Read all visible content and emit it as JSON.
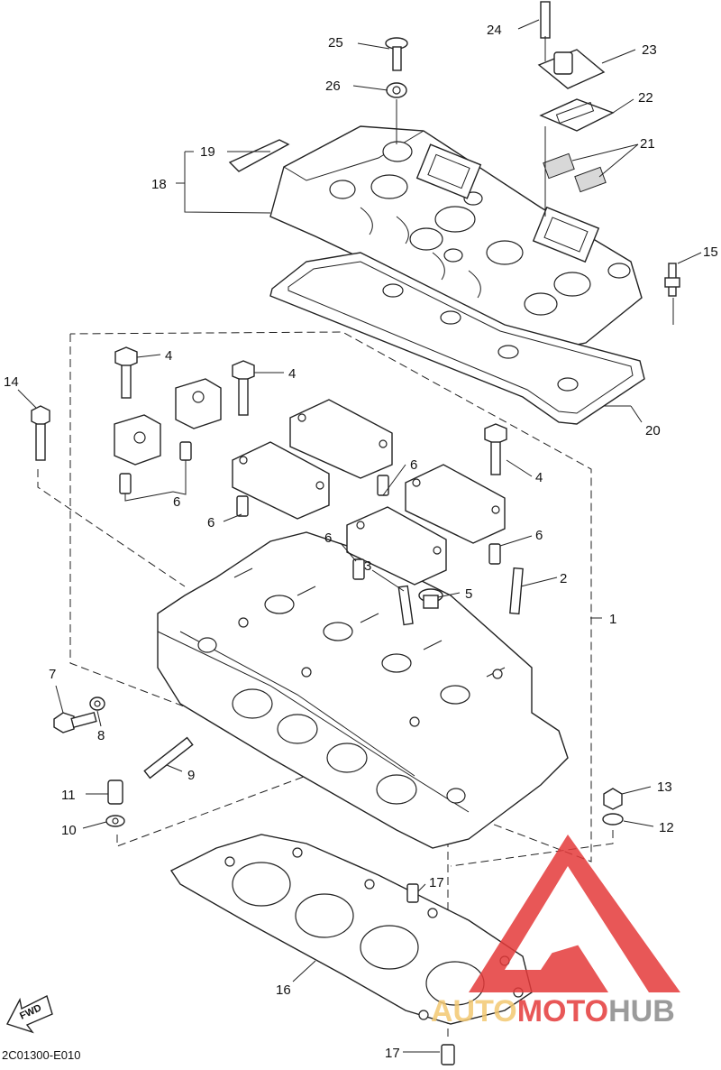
{
  "diagram": {
    "code": "2C01300-E010",
    "fwd_label": "FWD",
    "callouts": [
      {
        "id": "c1",
        "label": "1"
      },
      {
        "id": "c2",
        "label": "2"
      },
      {
        "id": "c3",
        "label": "3"
      },
      {
        "id": "c4a",
        "label": "4"
      },
      {
        "id": "c4b",
        "label": "4"
      },
      {
        "id": "c4c",
        "label": "4"
      },
      {
        "id": "c5",
        "label": "5"
      },
      {
        "id": "c6a",
        "label": "6"
      },
      {
        "id": "c6b",
        "label": "6"
      },
      {
        "id": "c6c",
        "label": "6"
      },
      {
        "id": "c6d",
        "label": "6"
      },
      {
        "id": "c6e",
        "label": "6"
      },
      {
        "id": "c7",
        "label": "7"
      },
      {
        "id": "c8",
        "label": "8"
      },
      {
        "id": "c9",
        "label": "9"
      },
      {
        "id": "c10",
        "label": "10"
      },
      {
        "id": "c11",
        "label": "11"
      },
      {
        "id": "c12",
        "label": "12"
      },
      {
        "id": "c13",
        "label": "13"
      },
      {
        "id": "c14",
        "label": "14"
      },
      {
        "id": "c15",
        "label": "15"
      },
      {
        "id": "c16",
        "label": "16"
      },
      {
        "id": "c17a",
        "label": "17"
      },
      {
        "id": "c17b",
        "label": "17"
      },
      {
        "id": "c18",
        "label": "18"
      },
      {
        "id": "c19",
        "label": "19"
      },
      {
        "id": "c20",
        "label": "20"
      },
      {
        "id": "c21",
        "label": "21"
      },
      {
        "id": "c22",
        "label": "22"
      },
      {
        "id": "c23",
        "label": "23"
      },
      {
        "id": "c24",
        "label": "24"
      },
      {
        "id": "c25",
        "label": "25"
      },
      {
        "id": "c26",
        "label": "26"
      }
    ]
  },
  "watermark": {
    "part1": "AUTO",
    "part2": "MOTO",
    "part3": "HUB",
    "colors": {
      "red": "#e43a3a",
      "gold": "#f3c872",
      "gray": "#8a8a8a"
    }
  }
}
